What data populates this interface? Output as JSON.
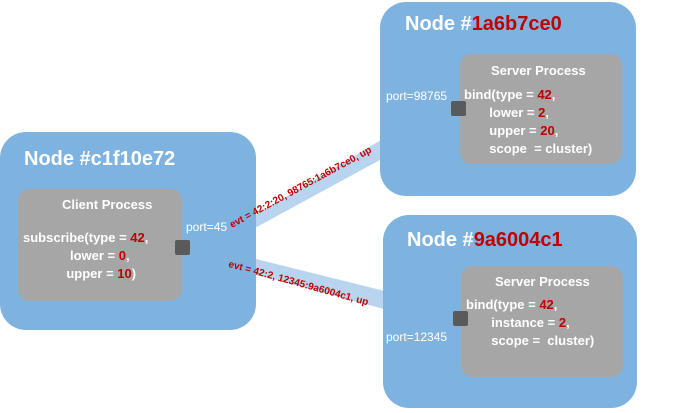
{
  "server1": {
    "node_prefix": "Node #",
    "node_id": "1a6b7ce0",
    "process_title": "Server Process",
    "port_label": "port=",
    "port_number": "98765",
    "line1_a": "bind(type = ",
    "line1_v": "42",
    "line1_b": ",",
    "line2_a": "lower = ",
    "line2_v": "2",
    "line2_b": ",",
    "line3_a": "upper = ",
    "line3_v": "20",
    "line3_b": ",",
    "line4": "scope  = cluster)"
  },
  "server2": {
    "node_prefix": "Node #",
    "node_id": "9a6004c1",
    "process_title": "Server Process",
    "port_label": "port=",
    "port_number": "12345",
    "line1_a": "bind(type = ",
    "line1_v": "42",
    "line1_b": ",",
    "line2_a": "instance = ",
    "line2_v": "2",
    "line2_b": ",",
    "line3": "scope =  cluster)"
  },
  "client": {
    "node_title": "Node #c1f10e72",
    "process_title": "Client Process",
    "port_label": "port=",
    "port_number": "45",
    "line1_a": "subscribe(type = ",
    "line1_v": "42",
    "line1_b": ",",
    "line2_a": "lower = ",
    "line2_v": "0",
    "line2_b": ",",
    "line3_a": "upper = ",
    "line3_v": "10",
    "line3_b": ")"
  },
  "events": {
    "upper": "evt = 42:2:20, 98765:1a6b7ce0, up",
    "lower": "evt = 42:2, 12345:9a6004c1, up"
  },
  "colors": {
    "node_bg": "#7eb3e0",
    "process_bg": "#a6a6a6",
    "port_box": "#5a5a5a",
    "arrow": "#b8d4ee",
    "highlight": "#c00000"
  }
}
